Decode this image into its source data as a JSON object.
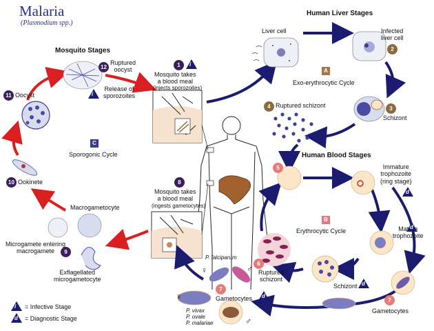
{
  "title": "Malaria",
  "subtitle": "(Plasmodium spp.)",
  "sections": {
    "mosquito": "Mosquito Stages",
    "liver": "Human Liver Stages",
    "blood": "Human Blood Stages"
  },
  "cycles": {
    "a_label": "A",
    "a_name": "Exo-erythrocytic Cycle",
    "b_label": "B",
    "b_name": "Erythrocytic Cycle",
    "c_label": "C",
    "c_name": "Sporogonic Cycle"
  },
  "steps": {
    "s1_num": "1",
    "s1_text": "Mosquito takes\na blood meal",
    "s1_sub": "(injects sporozoites)",
    "s2_num": "2",
    "s2_text": "Infected\nliver cell",
    "liver_cell": "Liver cell",
    "s3_num": "3",
    "s3_text": "Schizont",
    "s4_num": "4",
    "s4_text": "Ruptured schizont",
    "s5_num": "5",
    "immature": "Immature\ntrophozoite\n(ring stage)",
    "mature": "Mature\ntrophozoite",
    "schizont_b": "Schizont",
    "s6_num": "6",
    "ruptured_b": "Ruptured\nschizont",
    "s7_num": "7",
    "gametocytes_right": "Gametocytes",
    "gametocytes_left": "Gametocytes",
    "s8_num": "8",
    "s8_text": "Mosquito takes\na blood meal",
    "s8_sub": "(ingests gametocytes)",
    "s9_num": "9",
    "microgamete": "Microgamete entering\nmacrogamete",
    "macrogametocyte": "Macrogametocyte",
    "exflag": "Exflagellated\nmicrogametocyte",
    "s10_num": "10",
    "ookinete": "Ookinete",
    "s11_num": "11",
    "oocyst": "Oocyst",
    "s12_num": "12",
    "ruptured_oocyst": "Ruptured\noocyst",
    "release": "Release of\nsporozoites"
  },
  "species": {
    "falciparum": "P. falciparum",
    "others": "P. vivax\nP. ovale\nP. malariae",
    "female": "♀",
    "male": "♂"
  },
  "legend": {
    "infective_key": "i",
    "infective": "= Infective Stage",
    "diagnostic_key": "d",
    "diagnostic": "= Diagnostic Stage"
  },
  "colors": {
    "navy_arrow": "#1b1b70",
    "red_arrow": "#d91f1f",
    "cell_fill": "#fbe6c8",
    "parasite": "#4b4aa3"
  }
}
